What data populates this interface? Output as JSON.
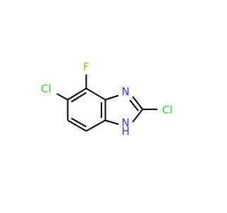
{
  "molecule": {
    "atoms": {
      "f": {
        "symbol": "F",
        "color": "#b5b500"
      },
      "cl_ring": {
        "symbol": "Cl",
        "color": "#33cc33"
      },
      "cl_imidazole": {
        "symbol": "Cl",
        "color": "#33cc33"
      },
      "n_imine": {
        "symbol": "N",
        "color": "#3333cc"
      },
      "n_amine": {
        "symbol": "N",
        "color": "#3333cc"
      },
      "h_amine": {
        "symbol": "H",
        "color": "#3333cc"
      }
    },
    "bond_color": "#000000",
    "background": "#ffffff"
  }
}
